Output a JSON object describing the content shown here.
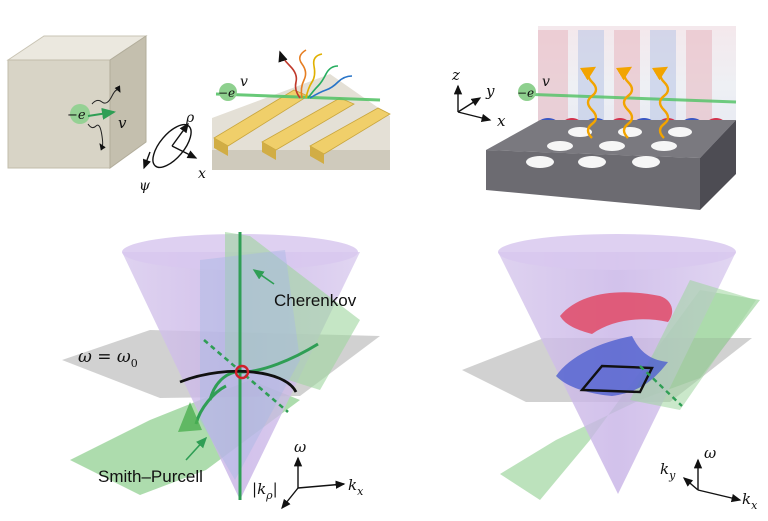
{
  "labels": {
    "electron": "−e",
    "velocity": "v",
    "rho": "ρ",
    "x": "x",
    "psi": "ψ",
    "z": "z",
    "y": "y",
    "cherenkov": "Cherenkov",
    "smith_purcell": "Smith–Purcell",
    "omega_eq": "ω = ω",
    "omega_sub": "0",
    "omega": "ω",
    "k": "k",
    "k_x_sub": "x",
    "k_y_sub": "y",
    "k_rho_sub": "ρ",
    "abs_bar": "|"
  },
  "colors": {
    "cone": "#c9b6e6",
    "cone_edge": "#b9a3dc",
    "green_plane": "#9fd69f",
    "green_line": "#2f9e55",
    "grey_plane": "#9a9a9a",
    "blue_plane": "#8a9fd6",
    "red_surface": "#e0506e",
    "bulk_block": "#d8d4c6",
    "grating_gold": "#e9c766",
    "slab_grey": "#6d6c72",
    "wavy_orange": "#f2a400"
  }
}
